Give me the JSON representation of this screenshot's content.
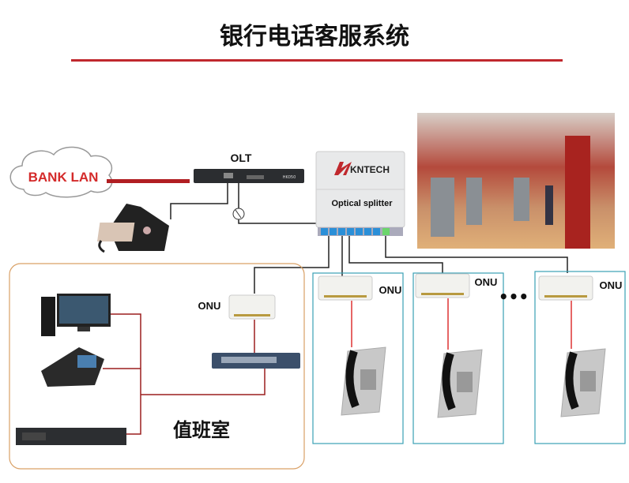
{
  "title": "银行电话客服系统",
  "bank_lan": "BANK LAN",
  "olt": {
    "label": "OLT",
    "device_text": "HK050"
  },
  "splitter": {
    "brand": "KNTECH",
    "label": "Optical splitter"
  },
  "onu_label": "ONU",
  "duty_room": "值班室",
  "ellipsis": "•••",
  "colors": {
    "title_rule": "#c0282d",
    "lan_line": "#b11e22",
    "office_border": "#d9a066",
    "terminal_border": "#3aa0b5",
    "splitter_port": "#2a8fd8"
  }
}
